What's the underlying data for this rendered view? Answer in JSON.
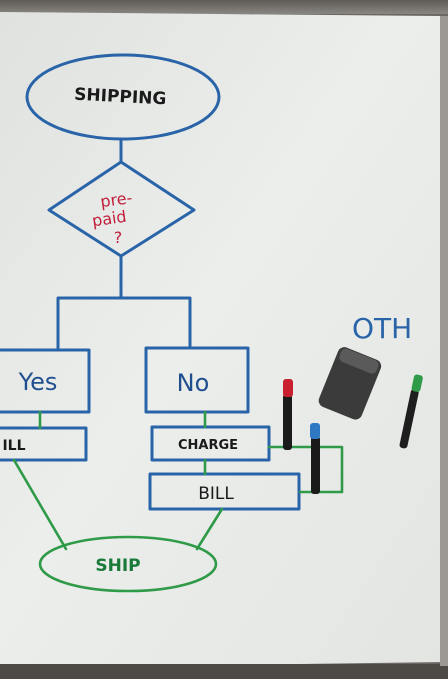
{
  "whiteboard": {
    "nodes": {
      "start": "SHIPPING",
      "decision_line1": "pre-",
      "decision_line2": "paid",
      "decision_line3": "?",
      "yes": "Yes",
      "no": "No",
      "yes_action": "ILL",
      "no_action_1": "CHARGE",
      "no_action_2": "BILL",
      "end": "SHIP"
    },
    "side_text": "OTH"
  },
  "colors": {
    "board": "#e9ebe8",
    "frame": "#5e5a55",
    "blue_ink": "#2a64a8",
    "green_ink": "#2f9a48",
    "red_ink": "#c21e3a",
    "black_ink": "#1a1a1a",
    "eraser": "#3a3a3a"
  },
  "objects": {
    "markers": [
      "red marker",
      "blue marker",
      "green marker"
    ],
    "eraser": "eraser"
  }
}
